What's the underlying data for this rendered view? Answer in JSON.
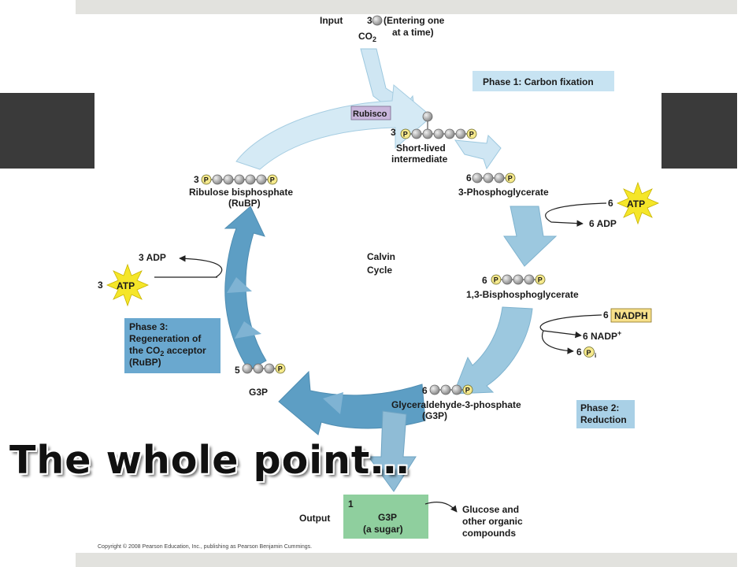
{
  "slide": {
    "title": "The whole point…",
    "colors": {
      "frame": "#e2e2de",
      "side_block": "#3a3a3a"
    }
  },
  "diagram": {
    "input_label": "Input",
    "input_count": "3",
    "input_note_1": "(Entering one",
    "input_note_2": "at a time)",
    "co2": "CO",
    "co2_sub": "2",
    "rubisco": "Rubisco",
    "phase1": "Phase 1: Carbon fixation",
    "phase2_line1": "Phase 2:",
    "phase2_line2": "Reduction",
    "phase3_line1": "Phase 3:",
    "phase3_line2": "Regeneration of",
    "phase3_line3": "the CO",
    "phase3_line3_sub": "2",
    "phase3_line3_end": " acceptor",
    "phase3_line4": "(RuBP)",
    "calvin_1": "Calvin",
    "calvin_2": "Cycle",
    "intermediate_count": "3",
    "intermediate_1": "Short-lived",
    "intermediate_2": "intermediate",
    "pga_count": "6",
    "pga": "3-Phosphoglycerate",
    "atp_in_count": "6",
    "atp": "ATP",
    "adp_out": "6 ADP",
    "bpg_count": "6",
    "bpg": "1,3-Bisphosphoglycerate",
    "nadph_count": "6",
    "nadph": "NADPH",
    "nadp_out": "6 NADP",
    "nadp_sup": "+",
    "pi_count": "6",
    "pi_sub": "i",
    "g3p_count": "6",
    "g3p_1": "Glyceraldehyde-3-phosphate",
    "g3p_2": "(G3P)",
    "g3p5_count": "5",
    "g3p5": "G3P",
    "rubp_count": "3",
    "rubp_1": "Ribulose bisphosphate",
    "rubp_2": "(RuBP)",
    "adp3": "3 ADP",
    "atp3_count": "3",
    "output_label": "Output",
    "output_count": "1",
    "output_1": "G3P",
    "output_2": "(a sugar)",
    "glucose_1": "Glucose and",
    "glucose_2": "other organic",
    "glucose_3": "compounds",
    "p": "P",
    "copyright": "Copyright © 2008 Pearson Education, Inc., publishing as Pearson Benjamin Cummings.",
    "colors": {
      "arrow_light": "#cfe6f3",
      "arrow_mid": "#9cc8df",
      "arrow_dark": "#5d9ec4",
      "phase_box": "#6aa8cf",
      "phase1_box": "#c7e3f2",
      "output_box": "#8fcf9e",
      "rubisco_box": "#c9b6dc",
      "nadph_box": "#f7e08a",
      "phosphate": "#f6e98c",
      "carbon": "#b0b0b0",
      "atp_star": "#f5e629"
    }
  }
}
